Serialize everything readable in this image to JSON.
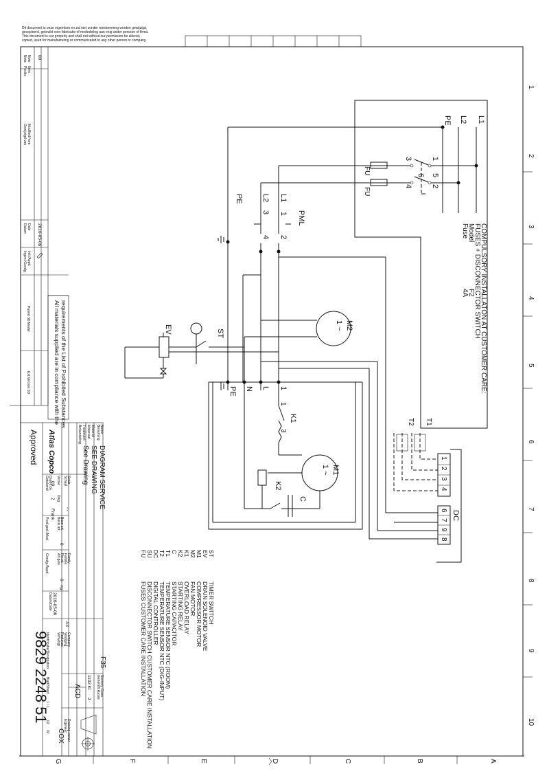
{
  "disclaimer": [
    "Dit document is onze eigendom en zal niet zonder toestemming worden gewijzigd,",
    "gecopieerd, gebruikt voor fabricatie of mededeling aan enig ander persoon of firma.",
    "This document is our property and shall not without our permission be altered,",
    "copied, used for manufacturing or communicated to any other person or company."
  ],
  "grid_numbers": [
    "1",
    "2",
    "3",
    "4",
    "5",
    "6",
    "7",
    "8",
    "9",
    "10"
  ],
  "grid_letters": [
    "A",
    "B",
    "C",
    "D",
    "E",
    "F",
    "G"
  ],
  "customer_box": {
    "title": "COMPULSORY INSTALLATON AT CUSTOMER CARE:",
    "subtitle": "FUSES + DISCONNECTOR SWITCH",
    "model_label": "Model",
    "fuse_label": "Fuse",
    "model_value": "F2",
    "fuse_value": "4A"
  },
  "supply": {
    "l1": "L1",
    "l2": "L2",
    "pe": "PE"
  },
  "switch_terminals": [
    "1",
    "2",
    "3",
    "4",
    "5",
    "6"
  ],
  "fuse_labels": [
    "FU",
    "FU"
  ],
  "pml": {
    "name": "PML",
    "t1": "1",
    "t2": "2",
    "t3": "3",
    "t4": "4",
    "l1": "L1",
    "l2": "L2",
    "pe": "PE"
  },
  "components": {
    "m2": "M2",
    "m1": "M1",
    "motor_sym": "1 ~",
    "st": "ST",
    "ev": "EV",
    "k1": "K1",
    "k1_t1": "1",
    "k1_t3": "3",
    "k2": "K2",
    "c": "C",
    "t1": "T1",
    "t2": "T2",
    "dc": "DC"
  },
  "bus_terminals": [
    "PE",
    "N",
    "L",
    "1"
  ],
  "dc_terminals": [
    "1",
    "2",
    "3",
    "4",
    "6",
    "7",
    "9",
    "8"
  ],
  "legend": [
    {
      "code": "ST",
      "desc": "TIMER SWITCH"
    },
    {
      "code": "EV",
      "desc": "DRAIN SOLENOID VALVE"
    },
    {
      "code": "M1",
      "desc": "COMPRESSOR MOTOR"
    },
    {
      "code": "M2",
      "desc": "FAN MOTOR"
    },
    {
      "code": "K1",
      "desc": "OVERLOAD RELAY"
    },
    {
      "code": "K2",
      "desc": "STARTING RELAY"
    },
    {
      "code": "C",
      "desc": "STARTING CAPACITOR"
    },
    {
      "code": "T1",
      "desc": "TEMPERATURE SENSOR NTC      (ROOM)"
    },
    {
      "code": "T2",
      "desc": "TEMPERATURE SENSOR NTC   (DIG-INPUT)"
    },
    {
      "code": "DC",
      "desc": "DIGITAL CONTROLLER"
    },
    {
      "code": "SU",
      "desc": "DISCONNECTOR SWITCH   CUSTOMER CARE INSTALLATION"
    },
    {
      "code": "FU",
      "desc": "FUSES CUSTOMER CARE                         INSTALLATION"
    }
  ],
  "revision": {
    "note_label": [
      "Nota",
      "Note"
    ],
    "pos_label": [
      "Positie",
      "Item"
    ],
    "note_value": "00",
    "modified_label": [
      "Gewijzigd van",
      "Modified from"
    ],
    "date_label": [
      "Datum",
      "Date"
    ],
    "date_value": "2016-05-06",
    "approved_label": [
      "Ingen./Goedg.",
      "Init./Appd."
    ],
    "parent_label": "Parent 3D Model",
    "ext_label": "Ext.Version.3D"
  },
  "compliance": [
    "All materials supplied are in compliance with the",
    "requirements of the List of Prohibited Substances"
  ],
  "title_block": {
    "benaming_label": "Benaming",
    "name_label": "Name",
    "title": "DIAGRAM SERVICE",
    "materiaal_label": "Materiaal",
    "material_label": "Material",
    "material_value": "SEE DRAWING",
    "treatment_label": [
      "Behandeling",
      "Treatment"
    ],
    "treatment_value": "See Drawing",
    "logo": "Atlas Copco",
    "approved": "Approved",
    "scale_label": [
      "Schaal",
      "Scale"
    ],
    "scale_value": "-:-",
    "version_label": "Versie",
    "version_value": "00",
    "drawn_label": [
      "Getekend",
      "Drawn by"
    ],
    "drawn_value": "Frank",
    "basis_label": [
      "Basis art.",
      "Base art."
    ],
    "basis_value": "0",
    "dwg_label": "Dwg",
    "dwg_value": "2",
    "prod_label": "Prod.gecl./Mod.",
    "family_label": [
      "Familie",
      "Family"
    ],
    "kg_label": "Kg",
    "weight_label": [
      "Afr.gew.",
      "Fin.wt."
    ],
    "weight_value": "0",
    "date_label": [
      "Datum/Date"
    ],
    "date_value": "2016-05-06",
    "goedg_label": "Goedg./Appd.",
    "format": "A3",
    "company_label": [
      "Vestiging",
      "Company"
    ],
    "company_value": "ACD",
    "sec_class_label": [
      "Geheimh.klasse",
      "Secrecy Class"
    ],
    "sec_class_value": "F35",
    "dept_value": "1102 Kl",
    "dept_num": "2",
    "drawing_number": "9829 2248 51",
    "ident_label": "Identificatie/Designation",
    "sheet_label": "Blad/Sheet",
    "sheet_value": "1  /  1",
    "sheet_count": "02",
    "owner_label": [
      "Eigenaar",
      "Drawing owner"
    ],
    "owner_value": "COX",
    "owner_num": "02",
    "replace_label": [
      "Vervangt",
      "Replaces"
    ]
  }
}
